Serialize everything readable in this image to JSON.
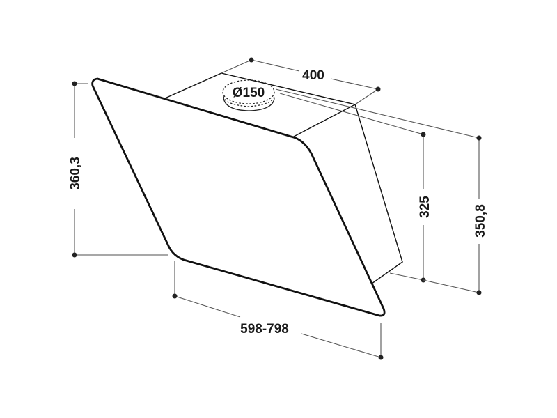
{
  "diagram": {
    "subject": "Angled glass cooker hood — dimension drawing",
    "units": "mm",
    "colors": {
      "line": "#111111",
      "dimension_line": "#555555",
      "text": "#1a1a1a",
      "background": "#ffffff"
    },
    "dimensions": {
      "depth_top": {
        "label": "400",
        "orientation": "diagonal"
      },
      "duct_diameter": {
        "label": "Ø150",
        "orientation": "horizontal"
      },
      "panel_height": {
        "label": "360,3",
        "orientation": "vertical"
      },
      "body_height": {
        "label": "325",
        "orientation": "vertical"
      },
      "total_height": {
        "label": "350,8",
        "orientation": "vertical"
      },
      "width": {
        "label": "598-798",
        "orientation": "diagonal"
      }
    }
  }
}
